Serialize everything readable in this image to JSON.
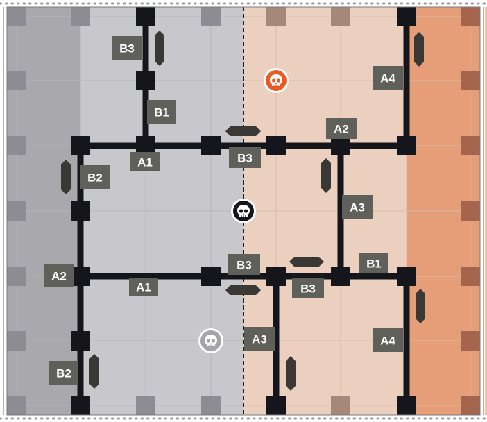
{
  "board": {
    "title": "",
    "colors": {
      "left_zone_dark": "#a9a9ad",
      "left_zone": "#c7c7cc",
      "right_zone": "#ecd0bf",
      "right_zone_dark": "#e59e78",
      "wall": "#15151c",
      "label_bg": "#5f605a",
      "label_text": "#ffffff",
      "red_objective": "#e85a26",
      "frame_dots": "#9a9a9a",
      "frame_accent": "#e8873d"
    },
    "labels": [
      {
        "id": "b3-top-left",
        "text": "B3"
      },
      {
        "id": "b1-top-left",
        "text": "B1"
      },
      {
        "id": "a1-upper-left",
        "text": "A1"
      },
      {
        "id": "b2-upper-left",
        "text": "B2"
      },
      {
        "id": "b3-upper-center",
        "text": "B3"
      },
      {
        "id": "a2-upper-right",
        "text": "A2"
      },
      {
        "id": "a4-upper-right",
        "text": "A4"
      },
      {
        "id": "a3-mid-right",
        "text": "A3"
      },
      {
        "id": "a2-mid-left",
        "text": "A2"
      },
      {
        "id": "a1-mid-left",
        "text": "A1"
      },
      {
        "id": "b3-mid-center",
        "text": "B3"
      },
      {
        "id": "b3-lower-center",
        "text": "B3"
      },
      {
        "id": "b1-mid-right",
        "text": "B1"
      },
      {
        "id": "a3-lower-center",
        "text": "A3"
      },
      {
        "id": "a4-lower-right",
        "text": "A4"
      },
      {
        "id": "b2-lower-left",
        "text": "B2"
      }
    ],
    "objectives": [
      {
        "id": "objective-red",
        "color": "red"
      },
      {
        "id": "objective-black",
        "color": "black"
      },
      {
        "id": "objective-grey",
        "color": "grey"
      }
    ]
  }
}
